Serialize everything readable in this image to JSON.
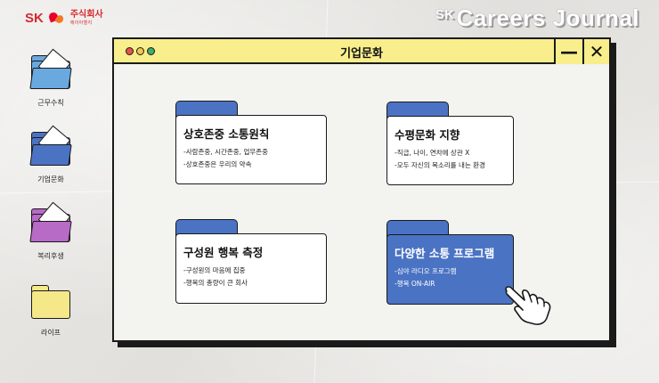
{
  "brand": {
    "logo_text": "SK",
    "company_ko": "주식회사",
    "company_en": "에이아엘지"
  },
  "journal_title": {
    "mark": "SK",
    "text": "Careers Journal"
  },
  "desktop_icons": [
    {
      "label": "근무수칙",
      "color": "#6aa8e0"
    },
    {
      "label": "기업문화",
      "color": "#4b73c4"
    },
    {
      "label": "복리후생",
      "color": "#b86ac7"
    },
    {
      "label": "라이프",
      "color": "#f5e889"
    }
  ],
  "window": {
    "title": "기업문화",
    "minimize_label": "—",
    "close_label": "✕",
    "titlebar_color": "#f8ee8c"
  },
  "cards": [
    {
      "title": "상호존중 소통원칙",
      "lines": [
        "-사람존중, 시간존중, 업무존중",
        "-상호존중은 우리의 약속"
      ],
      "style": "white"
    },
    {
      "title": "수평문화 지향",
      "lines": [
        "-직급, 나이, 연차에 상관 X",
        "-모두 자신의 목소리를 내는 환경"
      ],
      "style": "white"
    },
    {
      "title": "구성원 행복 측정",
      "lines": [
        "-구성원의 마음에 집중",
        "-행복의 총량이 큰 회사"
      ],
      "style": "white"
    },
    {
      "title": "다양한 소통 프로그램",
      "lines": [
        "-심야 라디오 프로그램",
        "-행복 ON-AIR"
      ],
      "style": "blue"
    }
  ],
  "colors": {
    "tab_blue": "#4b73c4",
    "card_blue": "#4b73c4",
    "accent_red": "#d7282f"
  }
}
